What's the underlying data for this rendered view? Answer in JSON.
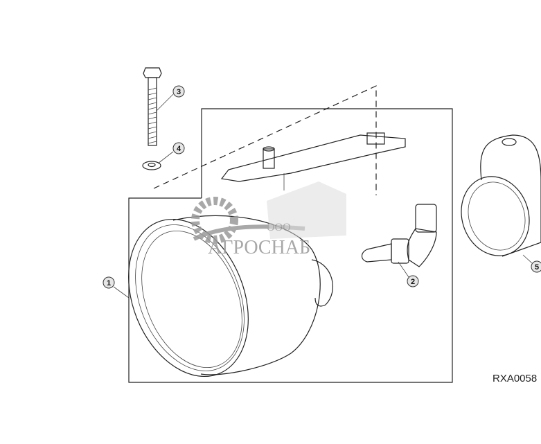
{
  "diagram": {
    "callouts": [
      "1",
      "2",
      "3",
      "4",
      "5"
    ],
    "reference_code": "RXA0058",
    "watermark": {
      "prefix": "ООО",
      "name": "АГРОСНАБ"
    }
  }
}
